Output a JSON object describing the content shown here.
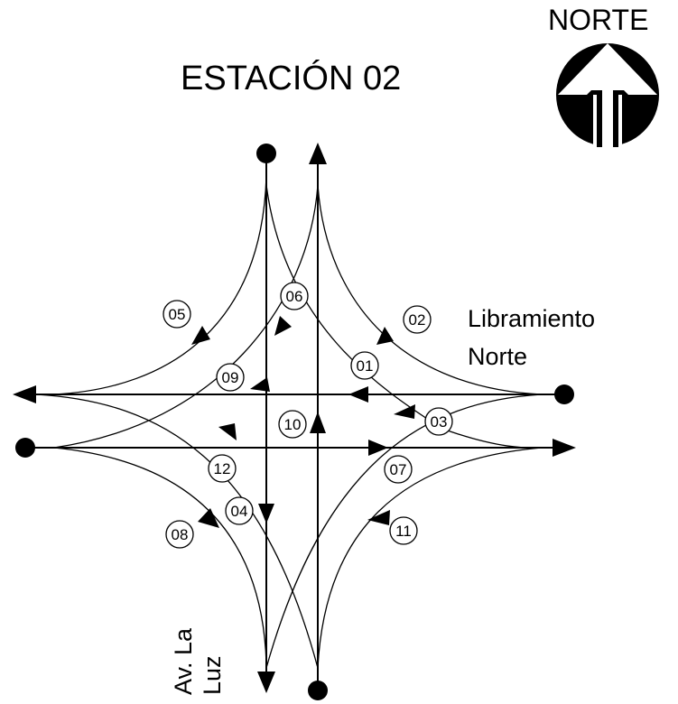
{
  "title": "ESTACIÓN 02",
  "north_label": "NORTE",
  "streets": {
    "east_line1": "Libramiento",
    "east_line2": "Norte",
    "south_line1": "Av. La",
    "south_line2": "Luz"
  },
  "movements": [
    "01",
    "02",
    "03",
    "04",
    "05",
    "06",
    "07",
    "08",
    "09",
    "10",
    "11",
    "12"
  ],
  "colors": {
    "ink": "#000000",
    "background": "#ffffff"
  },
  "icons": [
    "north-arrow-icon"
  ]
}
